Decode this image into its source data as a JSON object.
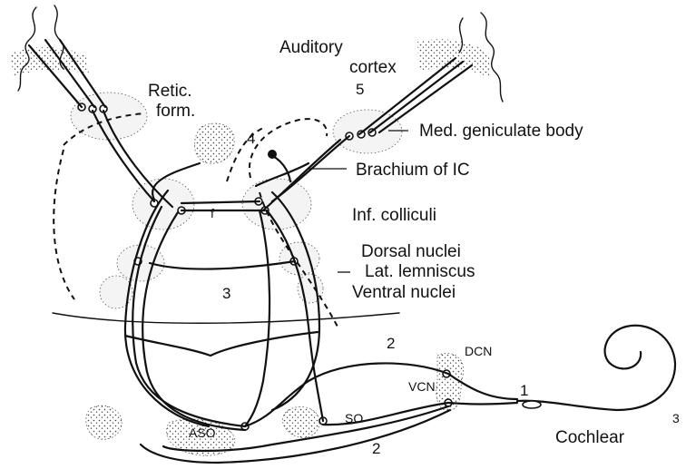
{
  "labels": {
    "auditory_cortex_line1": "Auditory",
    "auditory_cortex_line2": "cortex",
    "level_5": "5",
    "retic_form_line1": "Retic.",
    "retic_form_line2": "form.",
    "level_4": "4",
    "med_geniculate": "Med. geniculate body",
    "brachium": "Brachium of IC",
    "inf_colliculi": "Inf. colliculi",
    "commissure": "f",
    "dorsal_nuclei": "Dorsal nuclei",
    "lat_lemniscus": "Lat. lemniscus",
    "ventral_nuclei": "Ventral nuclei",
    "level_3": "3",
    "level_2_upper": "2",
    "level_2_lower": "2",
    "dcn": "DCN",
    "vcn": "VCN",
    "level_1": "1",
    "so": "SO",
    "aso": "ASO",
    "cochlear": "Cochlear",
    "cochlea_mark": "3"
  },
  "colors": {
    "ink": "#111111",
    "stipple": "#555555",
    "background": "#ffffff"
  }
}
